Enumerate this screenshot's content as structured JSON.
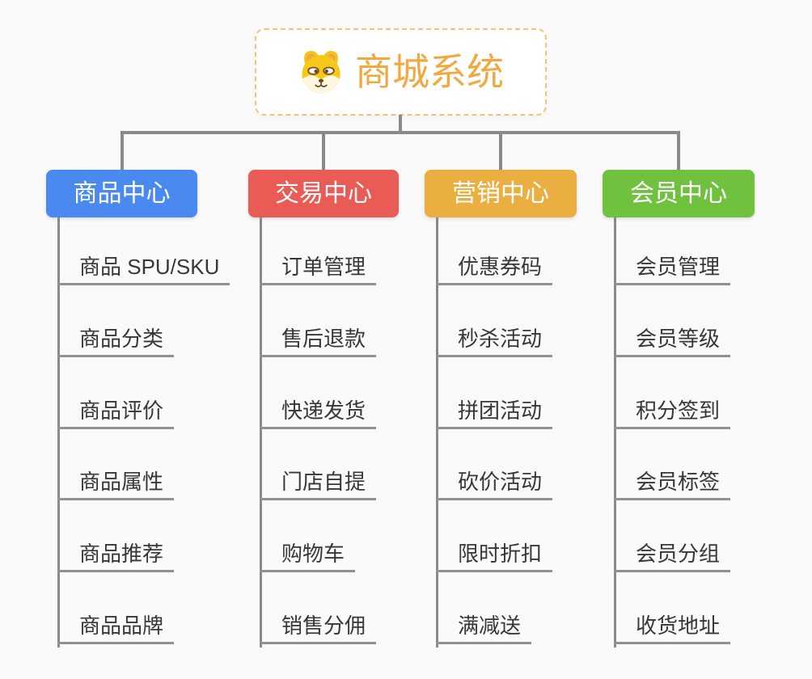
{
  "root": {
    "title": "商城系统",
    "icon": "dog-face-icon"
  },
  "branches": [
    {
      "label": "商品中心",
      "color": "#4a89f0",
      "items": [
        "商品 SPU/SKU",
        "商品分类",
        "商品评价",
        "商品属性",
        "商品推荐",
        "商品品牌"
      ]
    },
    {
      "label": "交易中心",
      "color": "#ea5b56",
      "items": [
        "订单管理",
        "售后退款",
        "快递发货",
        "门店自提",
        "购物车",
        "销售分佣"
      ]
    },
    {
      "label": "营销中心",
      "color": "#ebaf41",
      "items": [
        "优惠券码",
        "秒杀活动",
        "拼团活动",
        "砍价活动",
        "限时折扣",
        "满减送"
      ]
    },
    {
      "label": "会员中心",
      "color": "#6fc13e",
      "items": [
        "会员管理",
        "会员等级",
        "积分签到",
        "会员标签",
        "会员分组",
        "收货地址"
      ]
    }
  ],
  "colors": {
    "background": "#fafafa",
    "connector": "#8a8a8a",
    "root_accent": "#f2a840",
    "root_border": "#f3c373",
    "leaf_text": "#373737"
  }
}
